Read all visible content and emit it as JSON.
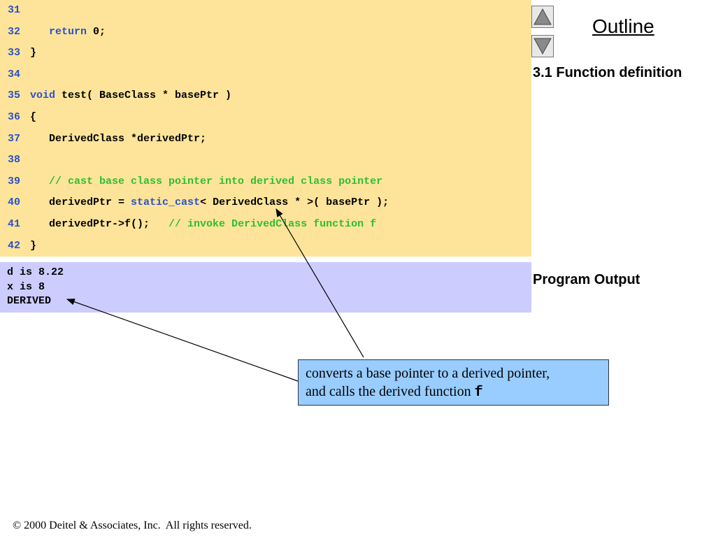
{
  "code_lines": [
    {
      "num": "31",
      "parts": []
    },
    {
      "num": "32",
      "parts": [
        [
          "",
          "   "
        ],
        [
          "kw",
          "return"
        ],
        [
          "",
          " 0;"
        ]
      ]
    },
    {
      "num": "33",
      "parts": [
        [
          "",
          "}"
        ]
      ]
    },
    {
      "num": "34",
      "parts": []
    },
    {
      "num": "35",
      "parts": [
        [
          "kw",
          "void"
        ],
        [
          "",
          " test( BaseClass * basePtr )"
        ]
      ]
    },
    {
      "num": "36",
      "parts": [
        [
          "",
          "{"
        ]
      ]
    },
    {
      "num": "37",
      "parts": [
        [
          "",
          "   DerivedClass *derivedPtr;"
        ]
      ]
    },
    {
      "num": "38",
      "parts": []
    },
    {
      "num": "39",
      "parts": [
        [
          "cm",
          "   // cast base class pointer into derived class pointer"
        ]
      ]
    },
    {
      "num": "40",
      "parts": [
        [
          "",
          "   derivedPtr = "
        ],
        [
          "kw",
          "static_cast"
        ],
        [
          "",
          "< DerivedClass * >( basePtr );"
        ]
      ]
    },
    {
      "num": "41",
      "parts": [
        [
          "",
          "   derivedPtr->f();   "
        ],
        [
          "cm",
          "// invoke DerivedClass function f"
        ]
      ]
    },
    {
      "num": "42",
      "parts": [
        [
          "",
          "}"
        ]
      ]
    }
  ],
  "output_lines": [
    "d is 8.22",
    "x is 8",
    "DERIVED"
  ],
  "sidebar": {
    "outline_title": "Outline",
    "section_function_definition": "3.1 Function definition",
    "section_program_output": "Program Output",
    "prev_icon": "triangle-up-icon",
    "next_icon": "triangle-down-icon"
  },
  "callout": {
    "line1": "converts a base pointer to a derived pointer,",
    "line2_prefix": "and calls the derived function ",
    "line2_code": "f"
  },
  "footer": {
    "copyright": "© 2000 Deitel & Associates, Inc.  All rights reserved."
  },
  "colors": {
    "code_bg": "#fde49a",
    "output_bg": "#ccccff",
    "callout_bg": "#99ccff",
    "keyword": "#2a52c9",
    "comment": "#2fbf2f"
  }
}
